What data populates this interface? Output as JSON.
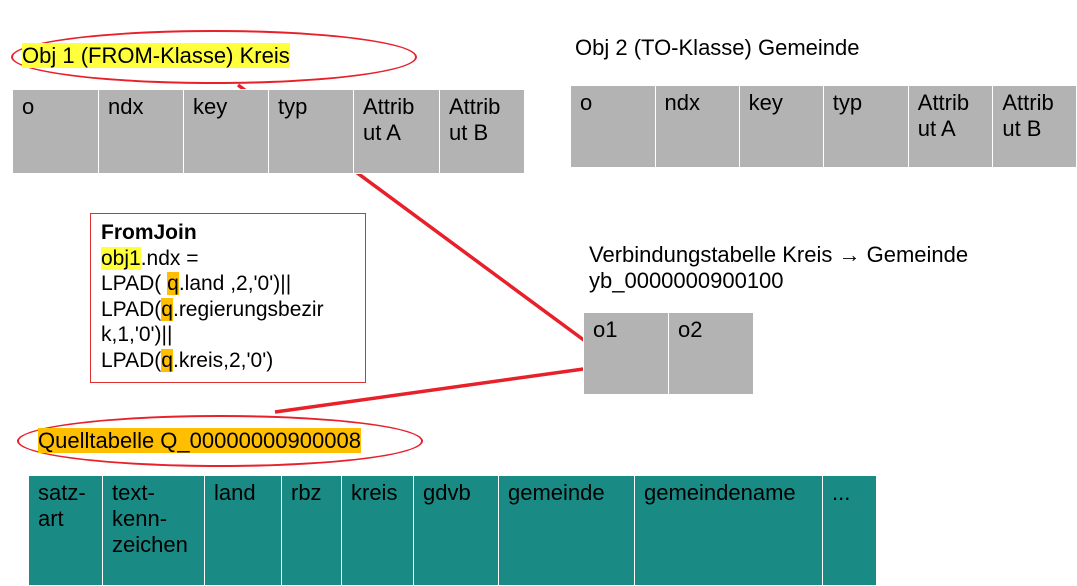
{
  "obj1": {
    "title": "Obj 1 (FROM-Klasse) Kreis",
    "columns": [
      "o",
      "ndx",
      "key",
      "typ",
      "Attrib ut A",
      "Attrib ut B"
    ]
  },
  "obj2": {
    "title": "Obj 2 (TO-Klasse) Gemeinde",
    "columns": [
      "o",
      "ndx",
      "key",
      "typ",
      "Attrib ut A",
      "Attrib ut B"
    ]
  },
  "fromjoin": {
    "heading": "FromJoin",
    "line1_hl": "obj1",
    "line1_rest": ".ndx =",
    "l2_pre": "LPAD( ",
    "l2_q": "q",
    "l2_post": ".land ,2,'0')||",
    "l3_pre": "LPAD(",
    "l3_q": "q",
    "l3_post": ".regierungsbezir",
    "l4": "k,1,'0')||",
    "l5_pre": "LPAD(",
    "l5_q": "q",
    "l5_post": ".kreis,2,'0')"
  },
  "verbindung": {
    "title_line1": "Verbindungstabelle Kreis → Gemeinde",
    "title_line2": "yb_0000000900100",
    "columns": [
      "o1",
      "o2"
    ]
  },
  "quelle": {
    "title": "Quelltabelle Q_00000000900008",
    "columns": [
      "satz-art",
      "text-kenn-zeichen",
      "land",
      "rbz",
      "kreis",
      "gdvb",
      "gemeinde",
      "gemeindename",
      "..."
    ]
  },
  "colors": {
    "yellow_highlight": "#ffff3b",
    "orange_highlight": "#ffbf00",
    "gray_cell": "#b3b3b3",
    "teal_cell": "#1a8a85",
    "red_line": "#e8202a"
  }
}
